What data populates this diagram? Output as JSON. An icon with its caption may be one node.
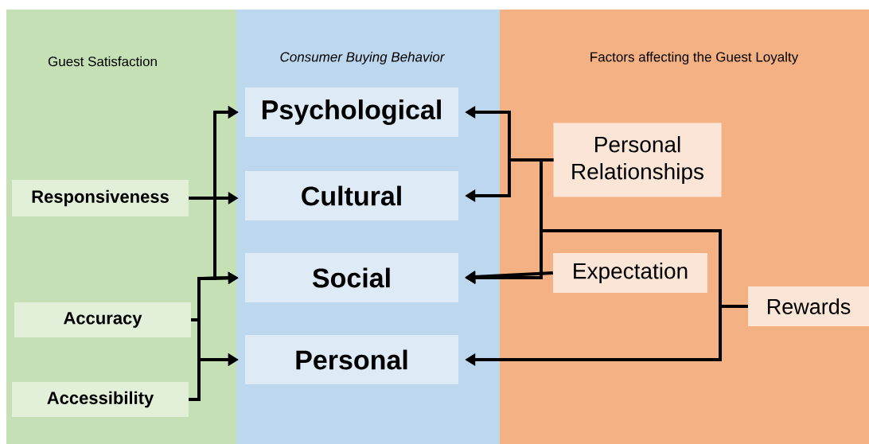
{
  "diagram": {
    "nodes": [
      {
        "text": [
          "Guest Satisfaction"
        ]
      },
      {
        "text": [
          "Consumer Buying Behavior"
        ]
      },
      {
        "text": [
          "Factors affecting the Guest Loyalty"
        ]
      },
      {
        "text": [
          "Responsiveness"
        ],
        "in": 0
      },
      {
        "text": [
          "Accuracy"
        ],
        "in": 0
      },
      {
        "text": [
          "Accessibility"
        ],
        "in": 0
      },
      {
        "text": [
          "Psychological"
        ],
        "in": 1
      },
      {
        "text": [
          "Cultural"
        ],
        "in": 1
      },
      {
        "text": [
          "Social"
        ],
        "in": 1
      },
      {
        "text": [
          "Personal"
        ],
        "in": 1
      },
      {
        "text": [
          "Personal Relationships"
        ],
        "in": 2
      },
      {
        "text": [
          "Expectation"
        ],
        "in": 2
      },
      {
        "text": [
          "Rewards"
        ],
        "in": 2
      }
    ],
    "edges": [
      {
        "from": 3,
        "to": 7,
        "arrow": "to"
      },
      {
        "from": 4,
        "to": 6,
        "arrow": "to"
      },
      {
        "from": 4,
        "to": 8,
        "arrow": "to"
      },
      {
        "from": 4,
        "to": 9,
        "arrow": "to"
      },
      {
        "from": 5,
        "to": 6,
        "arrow": "to"
      },
      {
        "from": 5,
        "to": 8,
        "arrow": "to"
      },
      {
        "from": 5,
        "to": 9,
        "arrow": "to"
      },
      {
        "from": 10,
        "to": 6,
        "arrow": "to"
      },
      {
        "from": 10,
        "to": 7,
        "arrow": "to"
      },
      {
        "from": 10,
        "to": 8,
        "arrow": "to"
      },
      {
        "from": 11,
        "to": 8,
        "arrow": "to"
      },
      {
        "from": 12,
        "to": 9,
        "arrow": "to"
      },
      {
        "from": 12,
        "to": 8,
        "arrow": "to"
      }
    ]
  }
}
